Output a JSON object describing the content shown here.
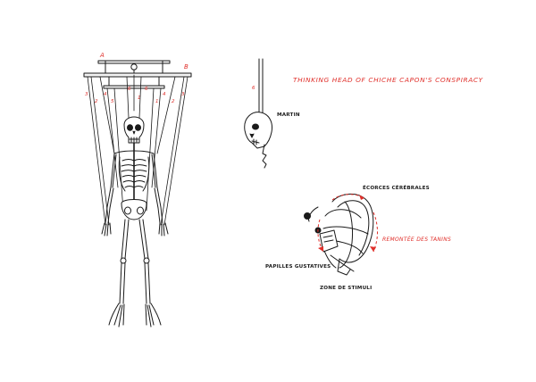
{
  "title": "THINKING HEAD OF CHICHE CAPON'S CONSPIRACY",
  "labels": {
    "martin": "MARTIN",
    "ecorces": "ÉCORCES CÉRÉBRALES",
    "remontee": "REMONTÉE DES TANINS",
    "papilles": "PAPILLES GUSTATIVES",
    "zone": "ZONE DE STIMULI"
  },
  "bar_labels": {
    "a": "A",
    "b": "B"
  },
  "string_numbers": [
    "3",
    "2",
    "4",
    "5",
    "6",
    "1",
    "6",
    "1",
    "4",
    "2",
    "3"
  ],
  "head_string_number": "6",
  "colors": {
    "ink": "#1a1a1a",
    "accent": "#e0302b",
    "paper": "#ffffff"
  }
}
